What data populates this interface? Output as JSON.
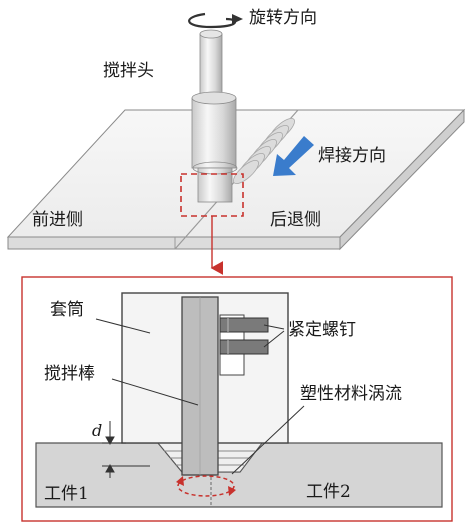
{
  "top": {
    "rotation_direction": "旋转方向",
    "stir_head": "搅拌头",
    "weld_direction": "焊接方向",
    "advancing_side": "前进侧",
    "retreating_side": "后退侧"
  },
  "detail": {
    "sleeve": "套筒",
    "set_screw": "紧定螺钉",
    "stir_pin": "搅拌棒",
    "plastic_flow": "塑性材料涡流",
    "gap_symbol": "d",
    "workpiece_1": "工件1",
    "workpiece_2": "工件2"
  },
  "colors": {
    "accent_red": "#c8322d",
    "arrow_blue": "#3a7ccc",
    "plate": "#f2f2f2",
    "sleeve": "#f4f4f4",
    "pin": "#bdbdbd",
    "workpiece": "#d5d5d5"
  }
}
